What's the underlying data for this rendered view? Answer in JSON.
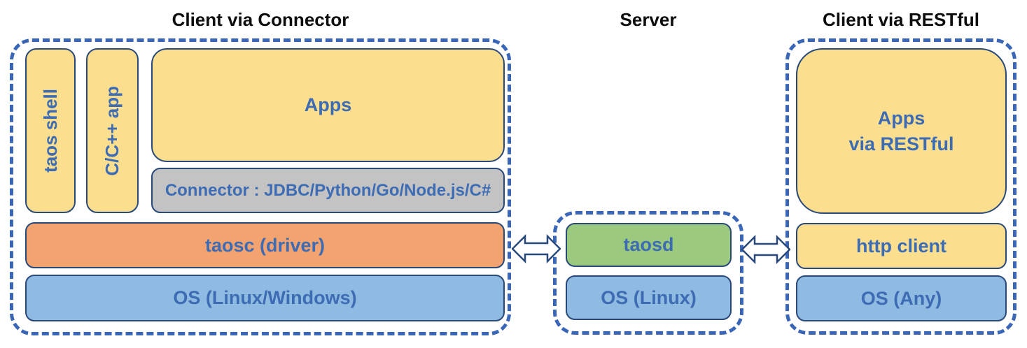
{
  "sections": {
    "connector": {
      "title": "Client via Connector",
      "boxes": {
        "taos_shell": "taos shell",
        "cpp_app": "C/C++ app",
        "apps": "Apps",
        "connector": "Connector : JDBC/Python/Go/Node.js/C#",
        "taosc": "taosc (driver)",
        "os": "OS (Linux/Windows)"
      }
    },
    "server": {
      "title": "Server",
      "boxes": {
        "taosd": "taosd",
        "os": "OS (Linux)"
      }
    },
    "restful": {
      "title": "Client via RESTful",
      "boxes": {
        "apps": "Apps\nvia RESTful",
        "http_client": "http client",
        "os": "OS (Any)"
      }
    }
  },
  "colors": {
    "yellow": "#FBDF8E",
    "gray": "#C3C3C3",
    "orange": "#F2A370",
    "blue": "#8FBAE1",
    "green": "#9BCA7E",
    "dash": "#3A66B8",
    "navy": "#29497B",
    "textblue": "#3D6CB4",
    "title": "#0D0D0D"
  }
}
